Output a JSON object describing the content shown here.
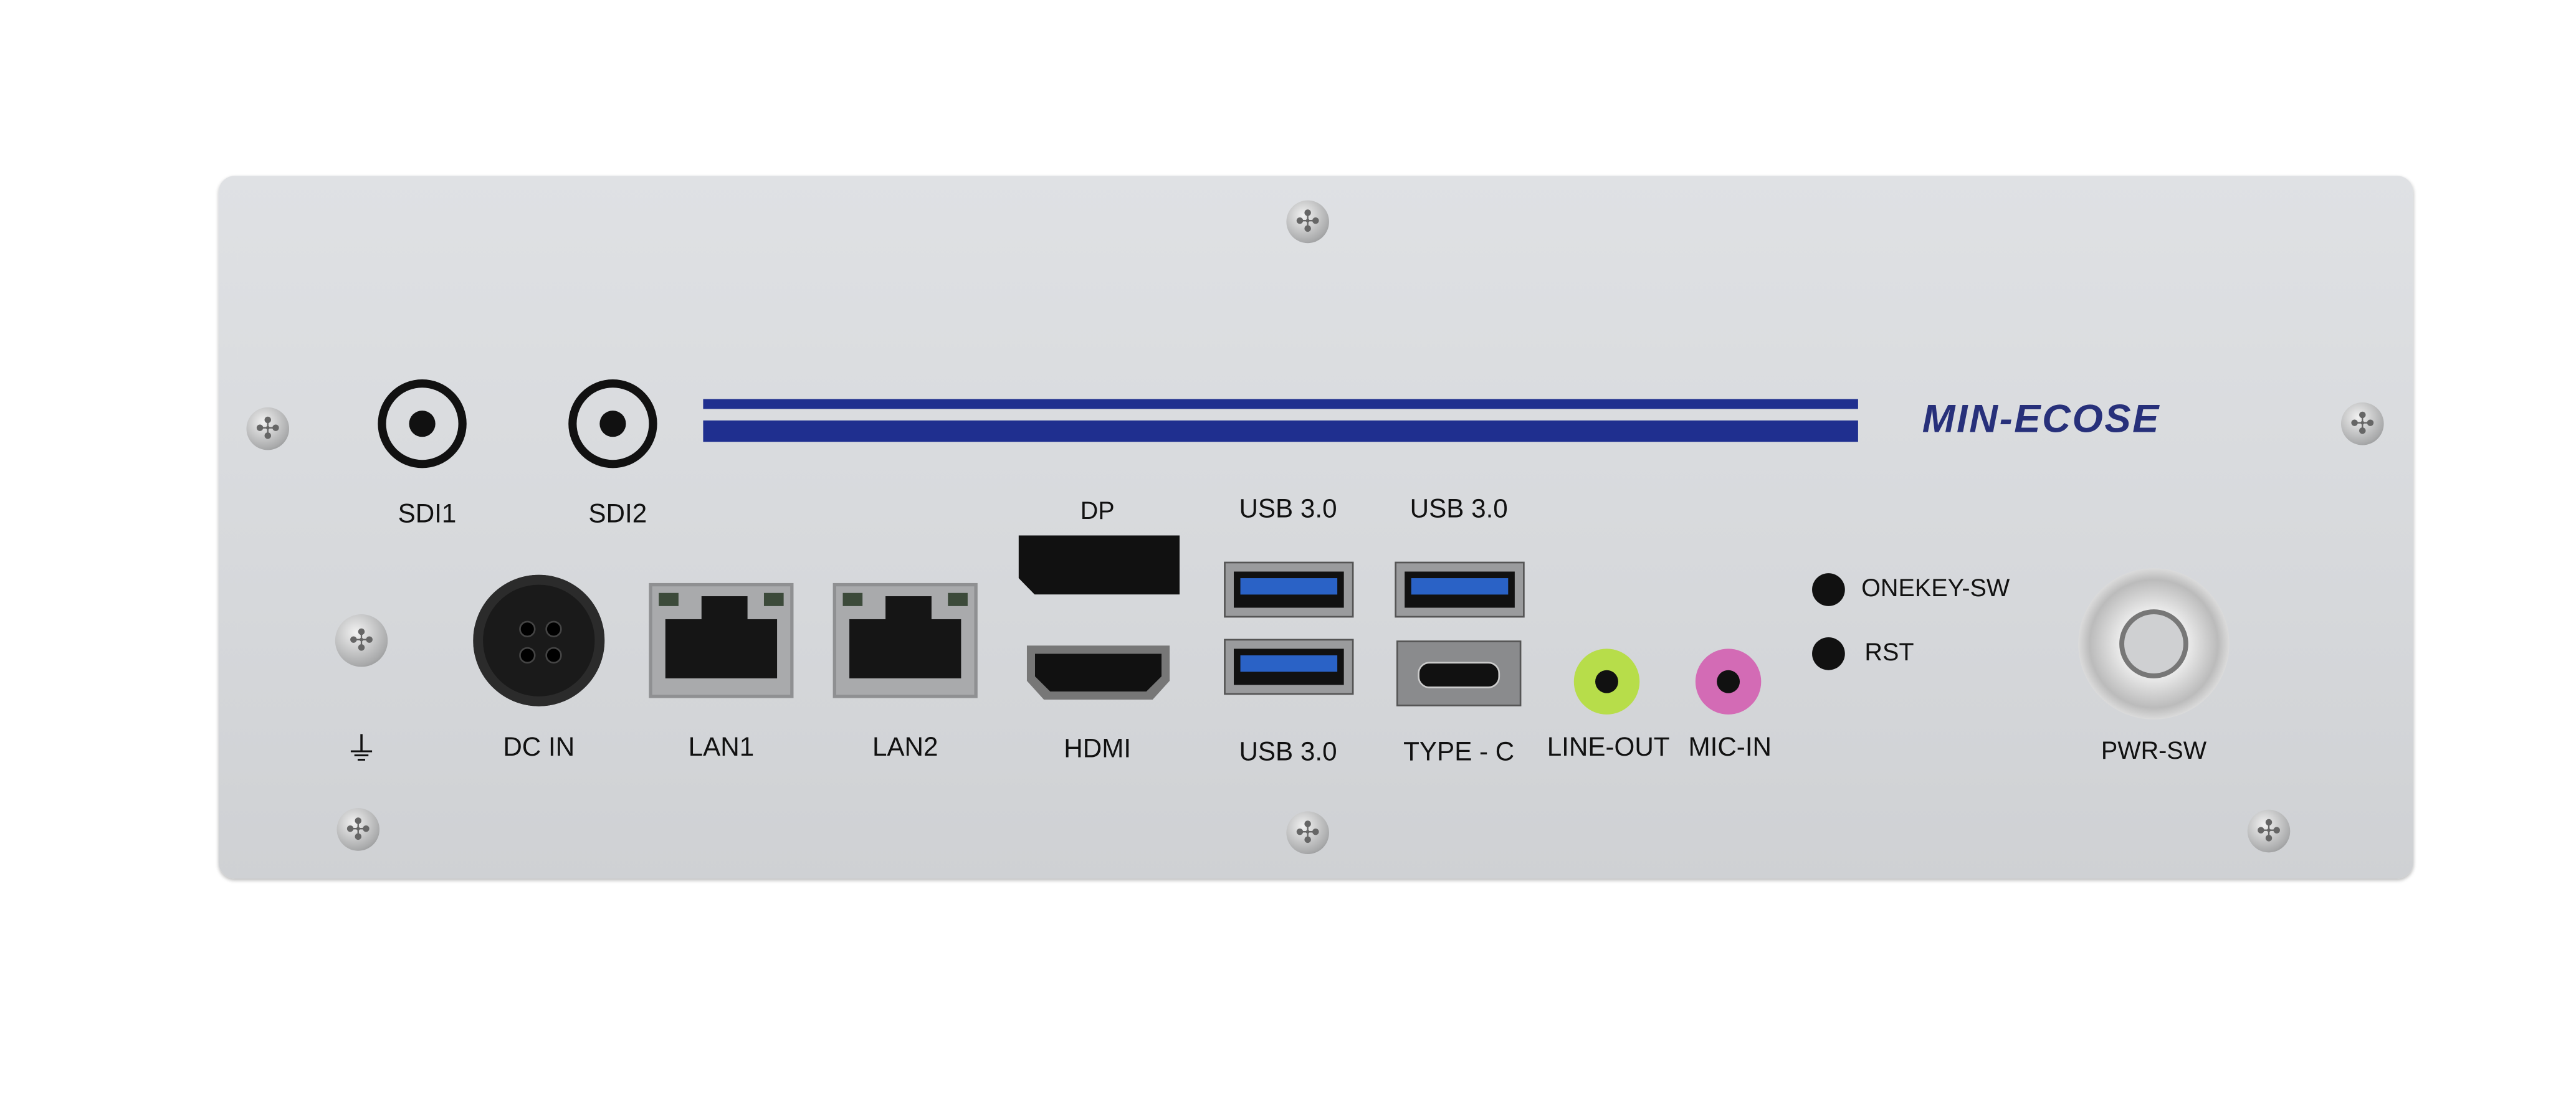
{
  "brand": {
    "logo_text": "MIN-ECOSE",
    "stripe_color": "#1f2f8f"
  },
  "ports": {
    "sdi1": "SDI1",
    "sdi2": "SDI2",
    "ground_symbol": "⏚",
    "dc_in": "DC IN",
    "lan1": "LAN1",
    "lan2": "LAN2",
    "dp": "DP",
    "hdmi": "HDMI",
    "usb_top_left": "USB 3.0",
    "usb_top_right": "USB 3.0",
    "usb_bottom_left": "USB 3.0",
    "type_c": "TYPE - C",
    "line_out": "LINE-OUT",
    "mic_in": "MIC-IN",
    "onekey_sw": "ONEKEY-SW",
    "rst": "RST",
    "pwr_sw": "PWR-SW"
  },
  "colors": {
    "line_out": "#b7dd4a",
    "mic_in": "#d36bb5",
    "usb": "#2a62c6"
  }
}
